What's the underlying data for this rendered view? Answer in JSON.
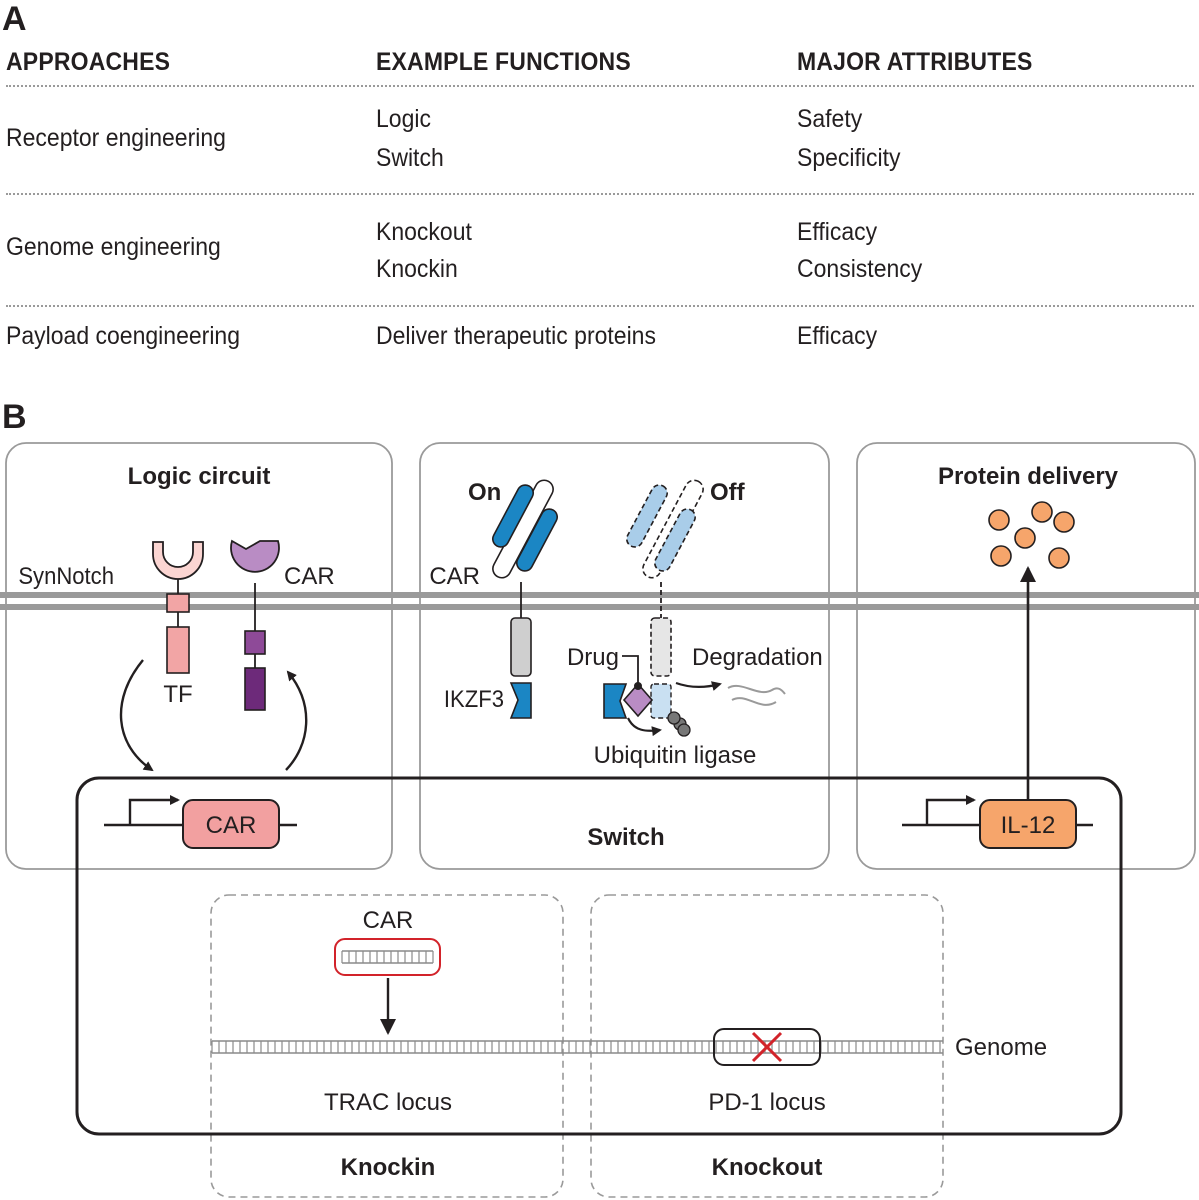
{
  "panel_a": {
    "letter": "A",
    "headers": {
      "approaches": "APPROACHES",
      "functions": "EXAMPLE FUNCTIONS",
      "attributes": "MAJOR ATTRIBUTES"
    },
    "rows": [
      {
        "approach": "Receptor engineering",
        "functions": [
          "Logic",
          "Switch"
        ],
        "attributes": [
          "Safety",
          "Specificity"
        ]
      },
      {
        "approach": "Genome engineering",
        "functions": [
          "Knockout",
          "Knockin"
        ],
        "attributes": [
          "Efficacy",
          "Consistency"
        ]
      },
      {
        "approach": "Payload coengineering",
        "functions": [
          "Deliver therapeutic proteins"
        ],
        "attributes": [
          "Efficacy"
        ]
      }
    ]
  },
  "panel_b": {
    "letter": "B",
    "logic": {
      "title": "Logic circuit",
      "synnotch": "SynNotch",
      "car": "CAR",
      "tf": "TF",
      "gene": "CAR"
    },
    "switch": {
      "title": "Switch",
      "on": "On",
      "off": "Off",
      "car": "CAR",
      "ikzf3": "IKZF3",
      "drug": "Drug",
      "degradation": "Degradation",
      "ligase": "Ubiquitin ligase"
    },
    "delivery": {
      "title": "Protein delivery",
      "gene": "IL-12"
    },
    "knockin": {
      "title": "Knockin",
      "insert": "CAR",
      "locus": "TRAC locus"
    },
    "knockout": {
      "title": "Knockout",
      "locus": "PD-1 locus"
    },
    "genome": "Genome"
  },
  "colors": {
    "synnotch": "#f2a5a5",
    "car_purple": "#8e4a98",
    "car_dark": "#6d2a7a",
    "switch_blue": "#1b86c4",
    "switch_blue_light": "#a9cde9",
    "orange": "#f6a56b",
    "red_x": "#d2232a"
  }
}
